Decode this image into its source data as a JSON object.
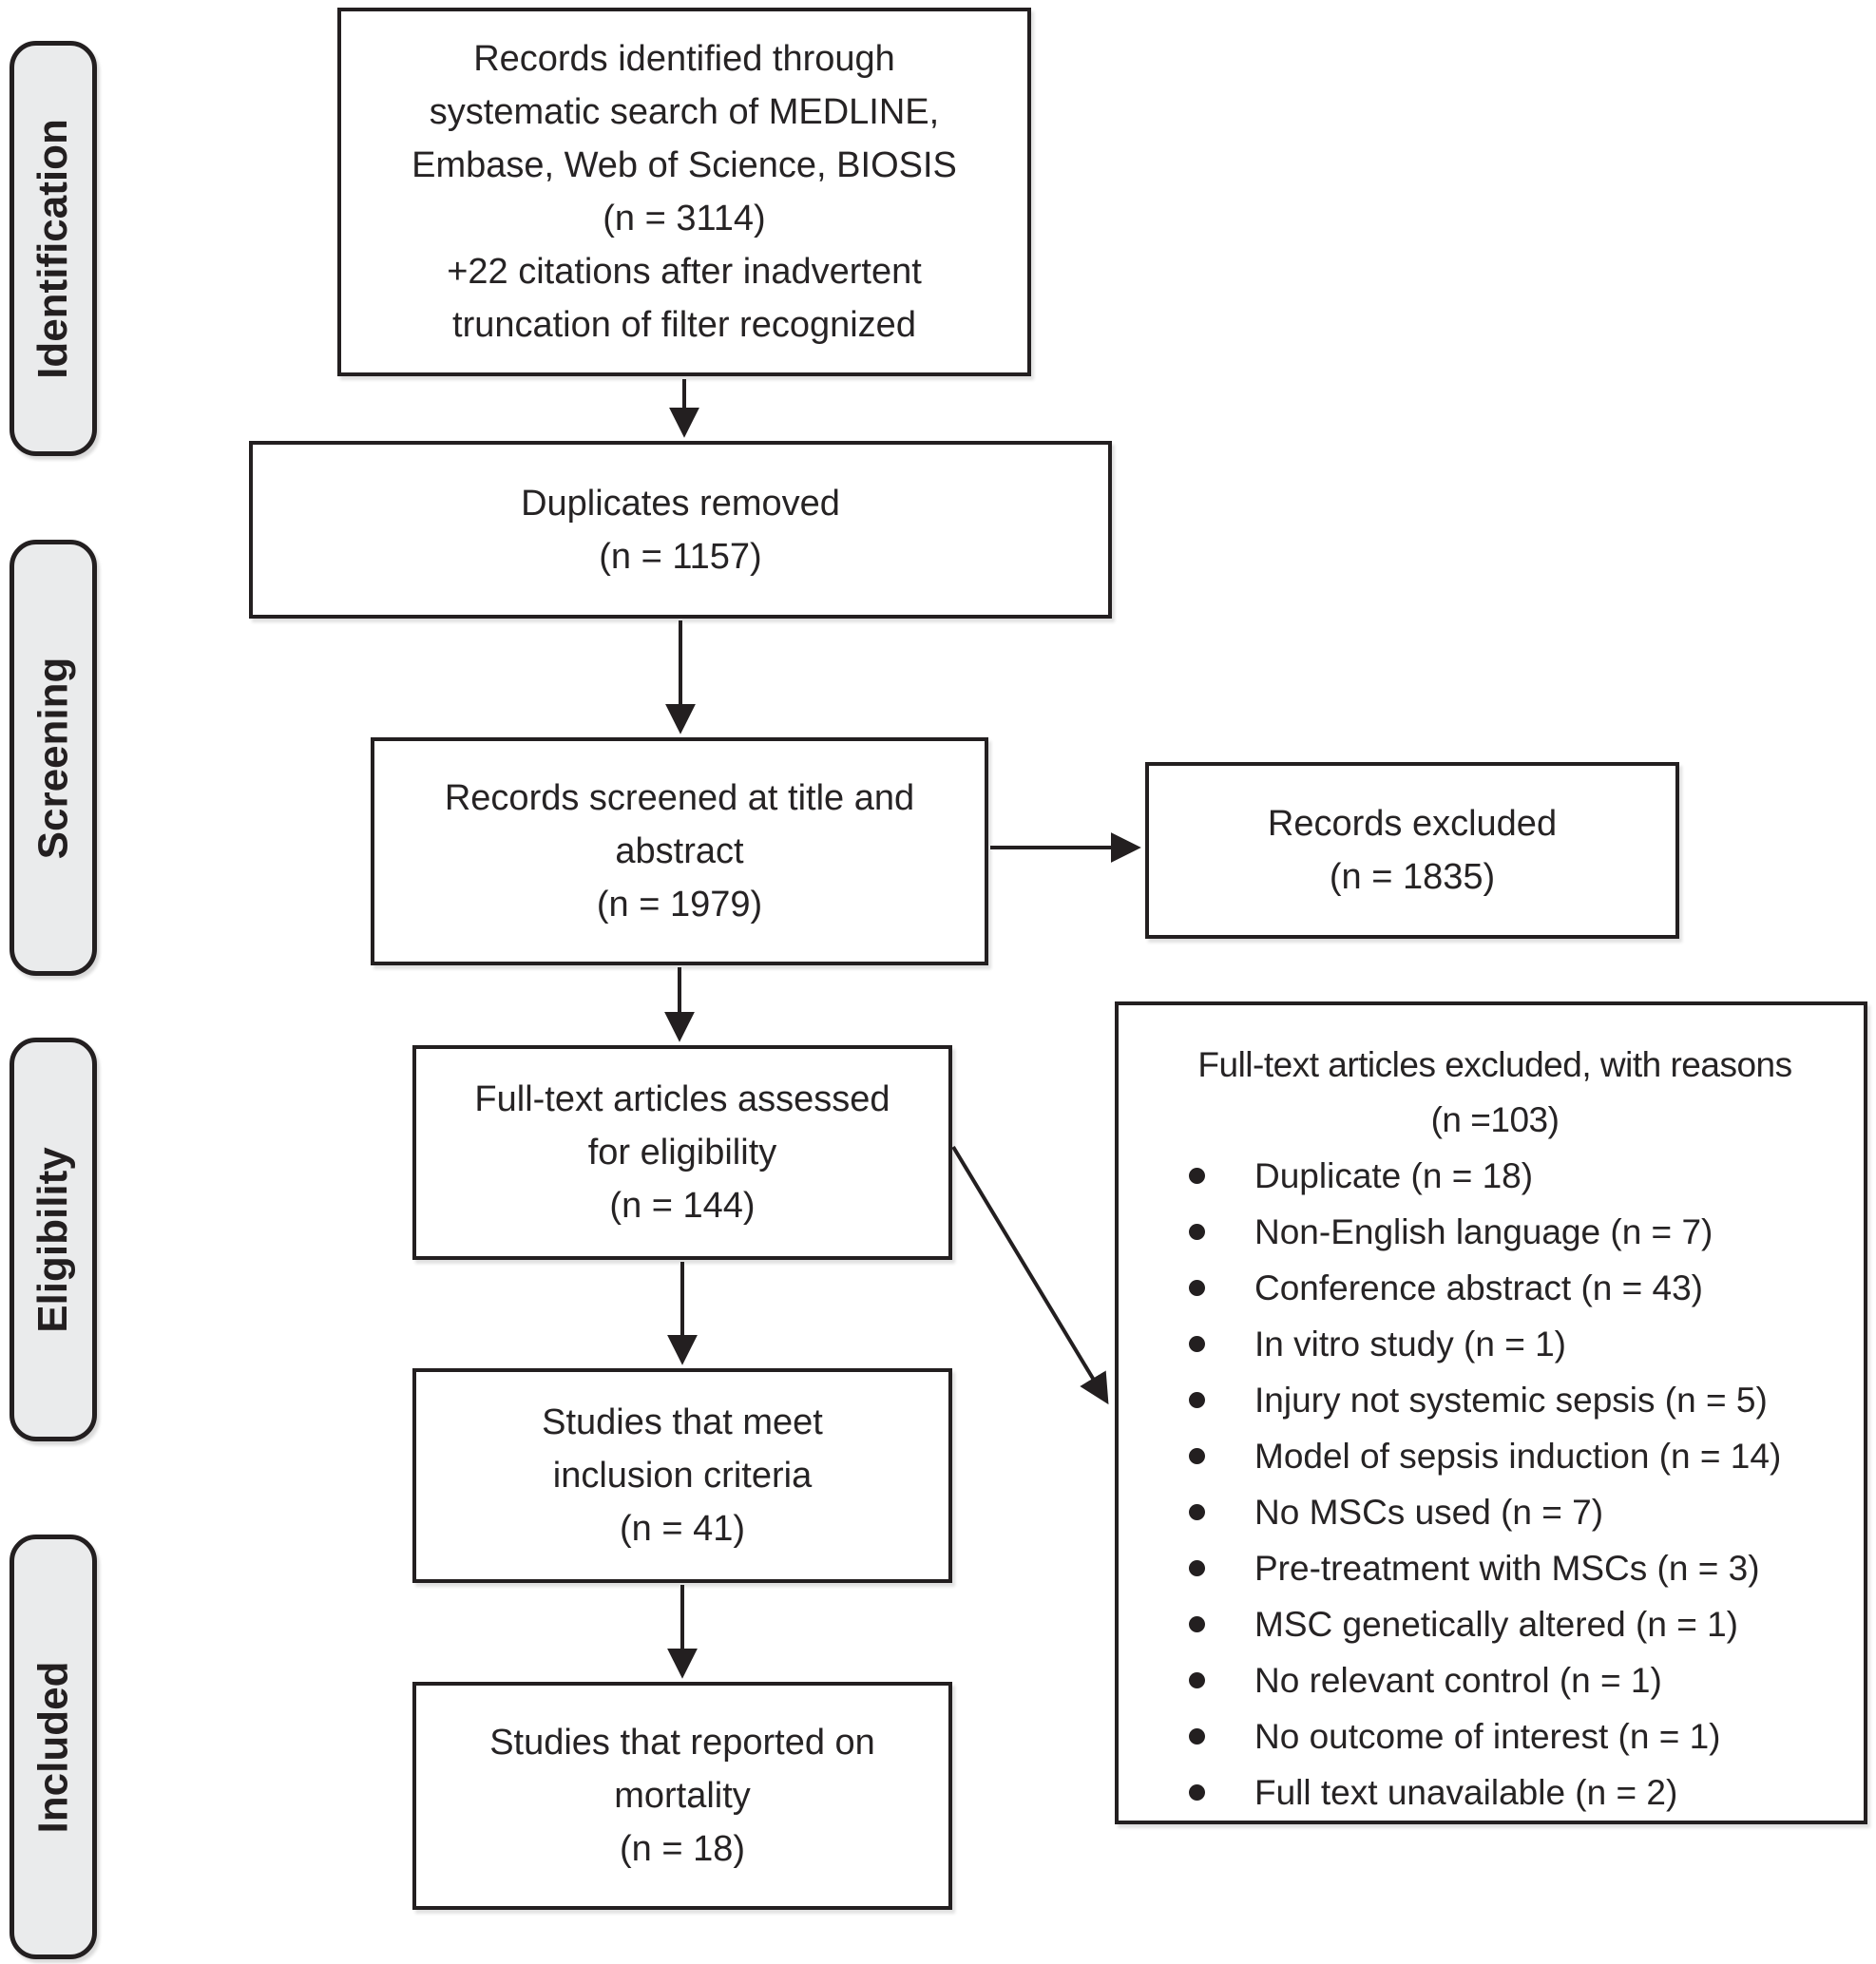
{
  "colors": {
    "line": "#231f20",
    "stage_fill": "#eaebec",
    "box_fill": "#ffffff",
    "text": "#262324"
  },
  "stages": [
    {
      "label": "Identification"
    },
    {
      "label": "Screening"
    },
    {
      "label": "Eligibility"
    },
    {
      "label": "Included"
    }
  ],
  "boxes": {
    "identified": {
      "text": "Records identified through\nsystematic search of MEDLINE,\nEmbase, Web of Science, BIOSIS\n(n = 3114)\n+22 citations after inadvertent\ntruncation of filter recognized"
    },
    "duplicates_removed": {
      "text": "Duplicates removed\n(n = 1157)"
    },
    "screened": {
      "text": "Records screened at title and\nabstract\n(n = 1979)"
    },
    "records_excluded": {
      "text": "Records excluded\n(n = 1835)"
    },
    "fulltext_assessed": {
      "text": "Full-text articles assessed\nfor eligibility\n(n = 144)"
    },
    "inclusion_criteria": {
      "text": "Studies that meet\ninclusion criteria\n(n = 41)"
    },
    "reported_mortality": {
      "text": "Studies that reported on\nmortality\n(n = 18)"
    }
  },
  "exclusion_reasons": {
    "title": "Full-text articles excluded, with reasons\n(n =103)",
    "items": [
      "Duplicate (n = 18)",
      "Non-English language (n = 7)",
      "Conference abstract (n = 43)",
      "In vitro study (n = 1)",
      "Injury not systemic sepsis (n = 5)",
      "Model of sepsis induction (n = 14)",
      "No MSCs used (n = 7)",
      "Pre-treatment with MSCs (n = 3)",
      "MSC genetically altered (n = 1)",
      "No relevant control (n = 1)",
      "No outcome of interest (n = 1)",
      "Full text unavailable (n = 2)"
    ]
  }
}
